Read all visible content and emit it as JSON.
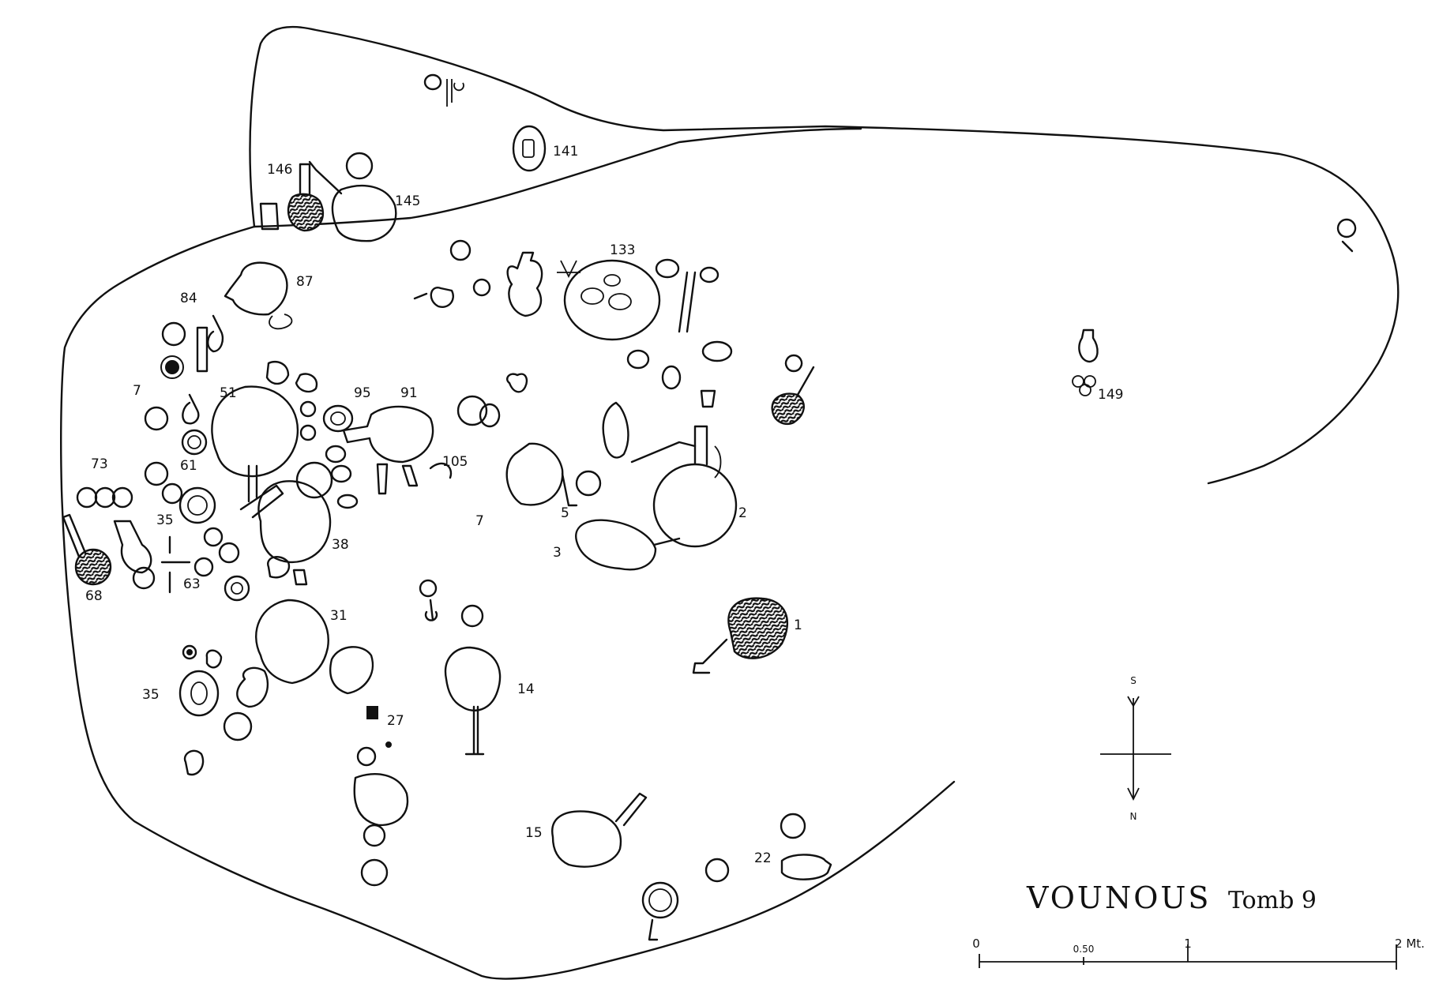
{
  "title": "VOUNOUS",
  "subtitle": "Tomb 9",
  "compass": {
    "top": "S",
    "bottom": "N"
  },
  "scale": {
    "labels": [
      "0",
      "0.50",
      "1",
      "2 Mt."
    ]
  },
  "find_labels": [
    "141",
    "146",
    "145",
    "133",
    "84",
    "87",
    "7",
    "51",
    "95",
    "91",
    "73",
    "61",
    "105",
    "5",
    "2",
    "35",
    "7",
    "38",
    "3",
    "63",
    "68",
    "31",
    "1",
    "14",
    "35",
    "27",
    "15",
    "22",
    "149"
  ]
}
